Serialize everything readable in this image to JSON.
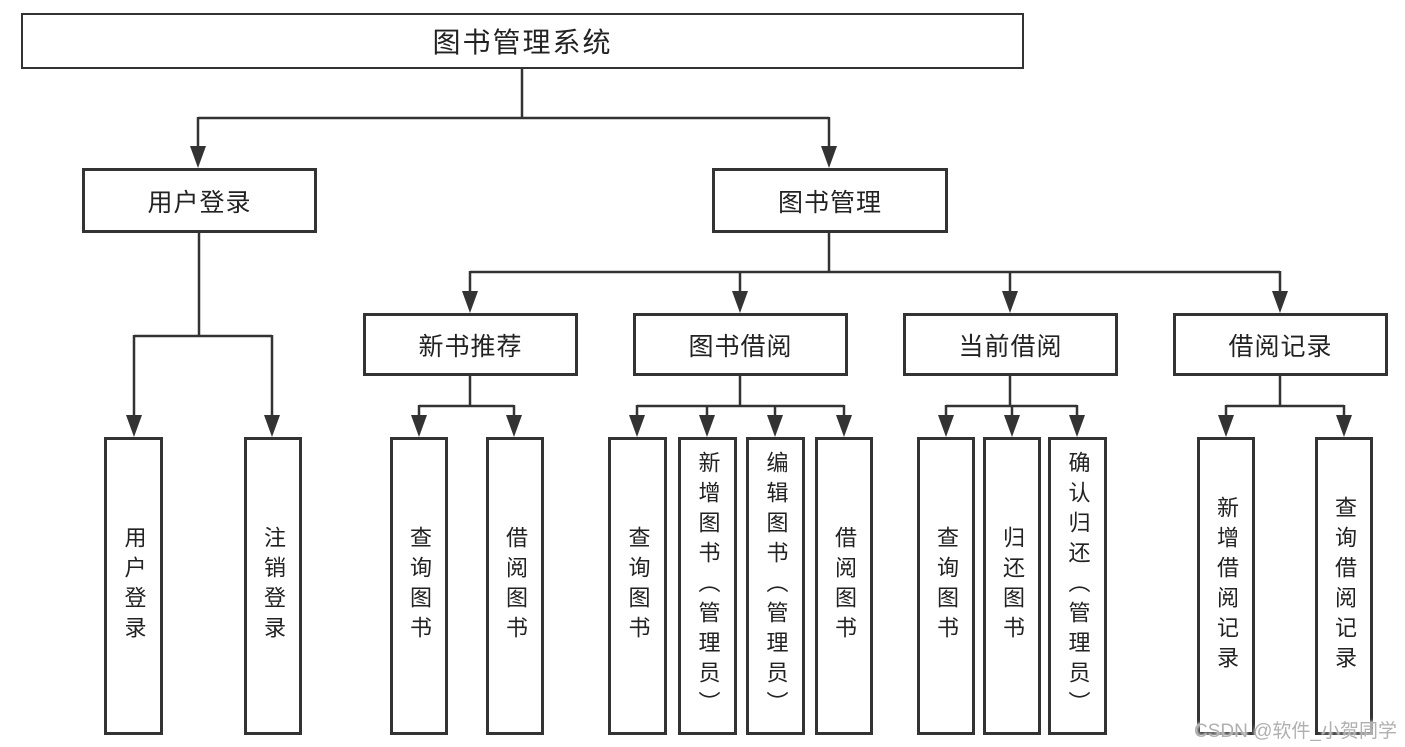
{
  "diagram_title": "图书管理系统",
  "tree": {
    "label": "图书管理系统",
    "children": [
      {
        "label": "用户登录",
        "children": [
          {
            "label": "用户登录"
          },
          {
            "label": "注销登录"
          }
        ]
      },
      {
        "label": "图书管理",
        "children": [
          {
            "label": "新书推荐",
            "children": [
              {
                "label": "查询图书"
              },
              {
                "label": "借阅图书"
              }
            ]
          },
          {
            "label": "图书借阅",
            "children": [
              {
                "label": "查询图书"
              },
              {
                "label": "新增图书（管理员）"
              },
              {
                "label": "编辑图书（管理员）"
              },
              {
                "label": "借阅图书"
              }
            ]
          },
          {
            "label": "当前借阅",
            "children": [
              {
                "label": "查询图书"
              },
              {
                "label": "归还图书"
              },
              {
                "label": "确认归还（管理员）"
              }
            ]
          },
          {
            "label": "借阅记录",
            "children": [
              {
                "label": "新增借阅记录"
              },
              {
                "label": "查询借阅记录"
              }
            ]
          }
        ]
      }
    ]
  },
  "watermark": {
    "text": "CSDN @软件_小贺同学"
  },
  "colors": {
    "background": "#ffffff",
    "line": "#333333",
    "text": "#222222",
    "watermark": "#b0b0b0"
  }
}
